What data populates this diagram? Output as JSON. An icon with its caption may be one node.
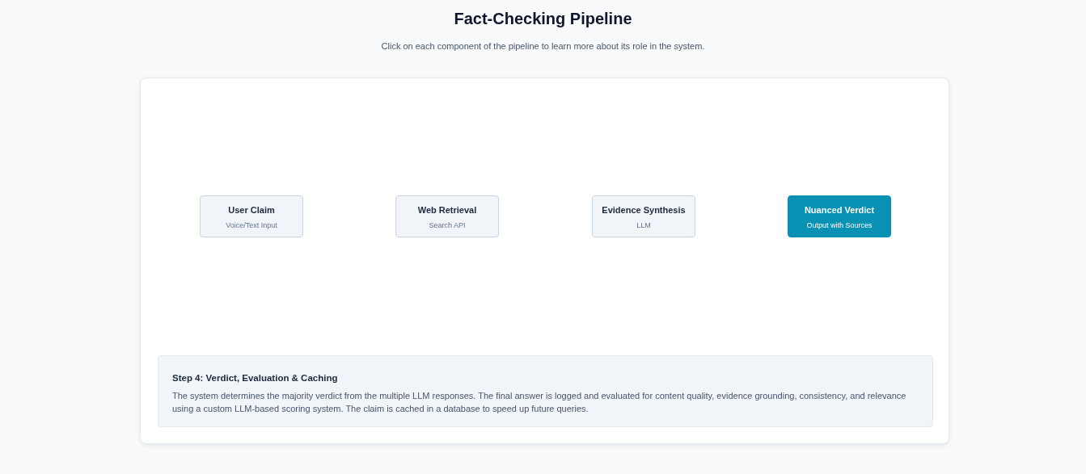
{
  "diagram": {
    "title": "Fact-Checking Pipeline",
    "nodes": [
      {
        "text": [],
        "shape": "box"
      },
      {
        "text": [
          "User Claim",
          "Voice/Text Input"
        ],
        "in": 0
      },
      {
        "text": [
          "Web Retrieval",
          "Search API"
        ],
        "in": 0
      },
      {
        "text": [
          "Evidence Synthesis",
          "LLM"
        ],
        "in": 0
      },
      {
        "text": [
          "Nuanced Verdict",
          "Output with Sources"
        ],
        "in": 0
      },
      {
        "text": [
          "Step 4: Verdict, Evaluation & Caching",
          "The system determines the majority verdict from the multiple LLM responses. The final answer is logged and evaluated for content quality, evidence grounding, consistency, and relevance using a custom LLM-based scoring system. The claim is cached in a database to speed up future queries."
        ],
        "in": 0
      }
    ],
    "labels": [
      "Click on each component of the pipeline to learn more about its role in the system."
    ]
  }
}
